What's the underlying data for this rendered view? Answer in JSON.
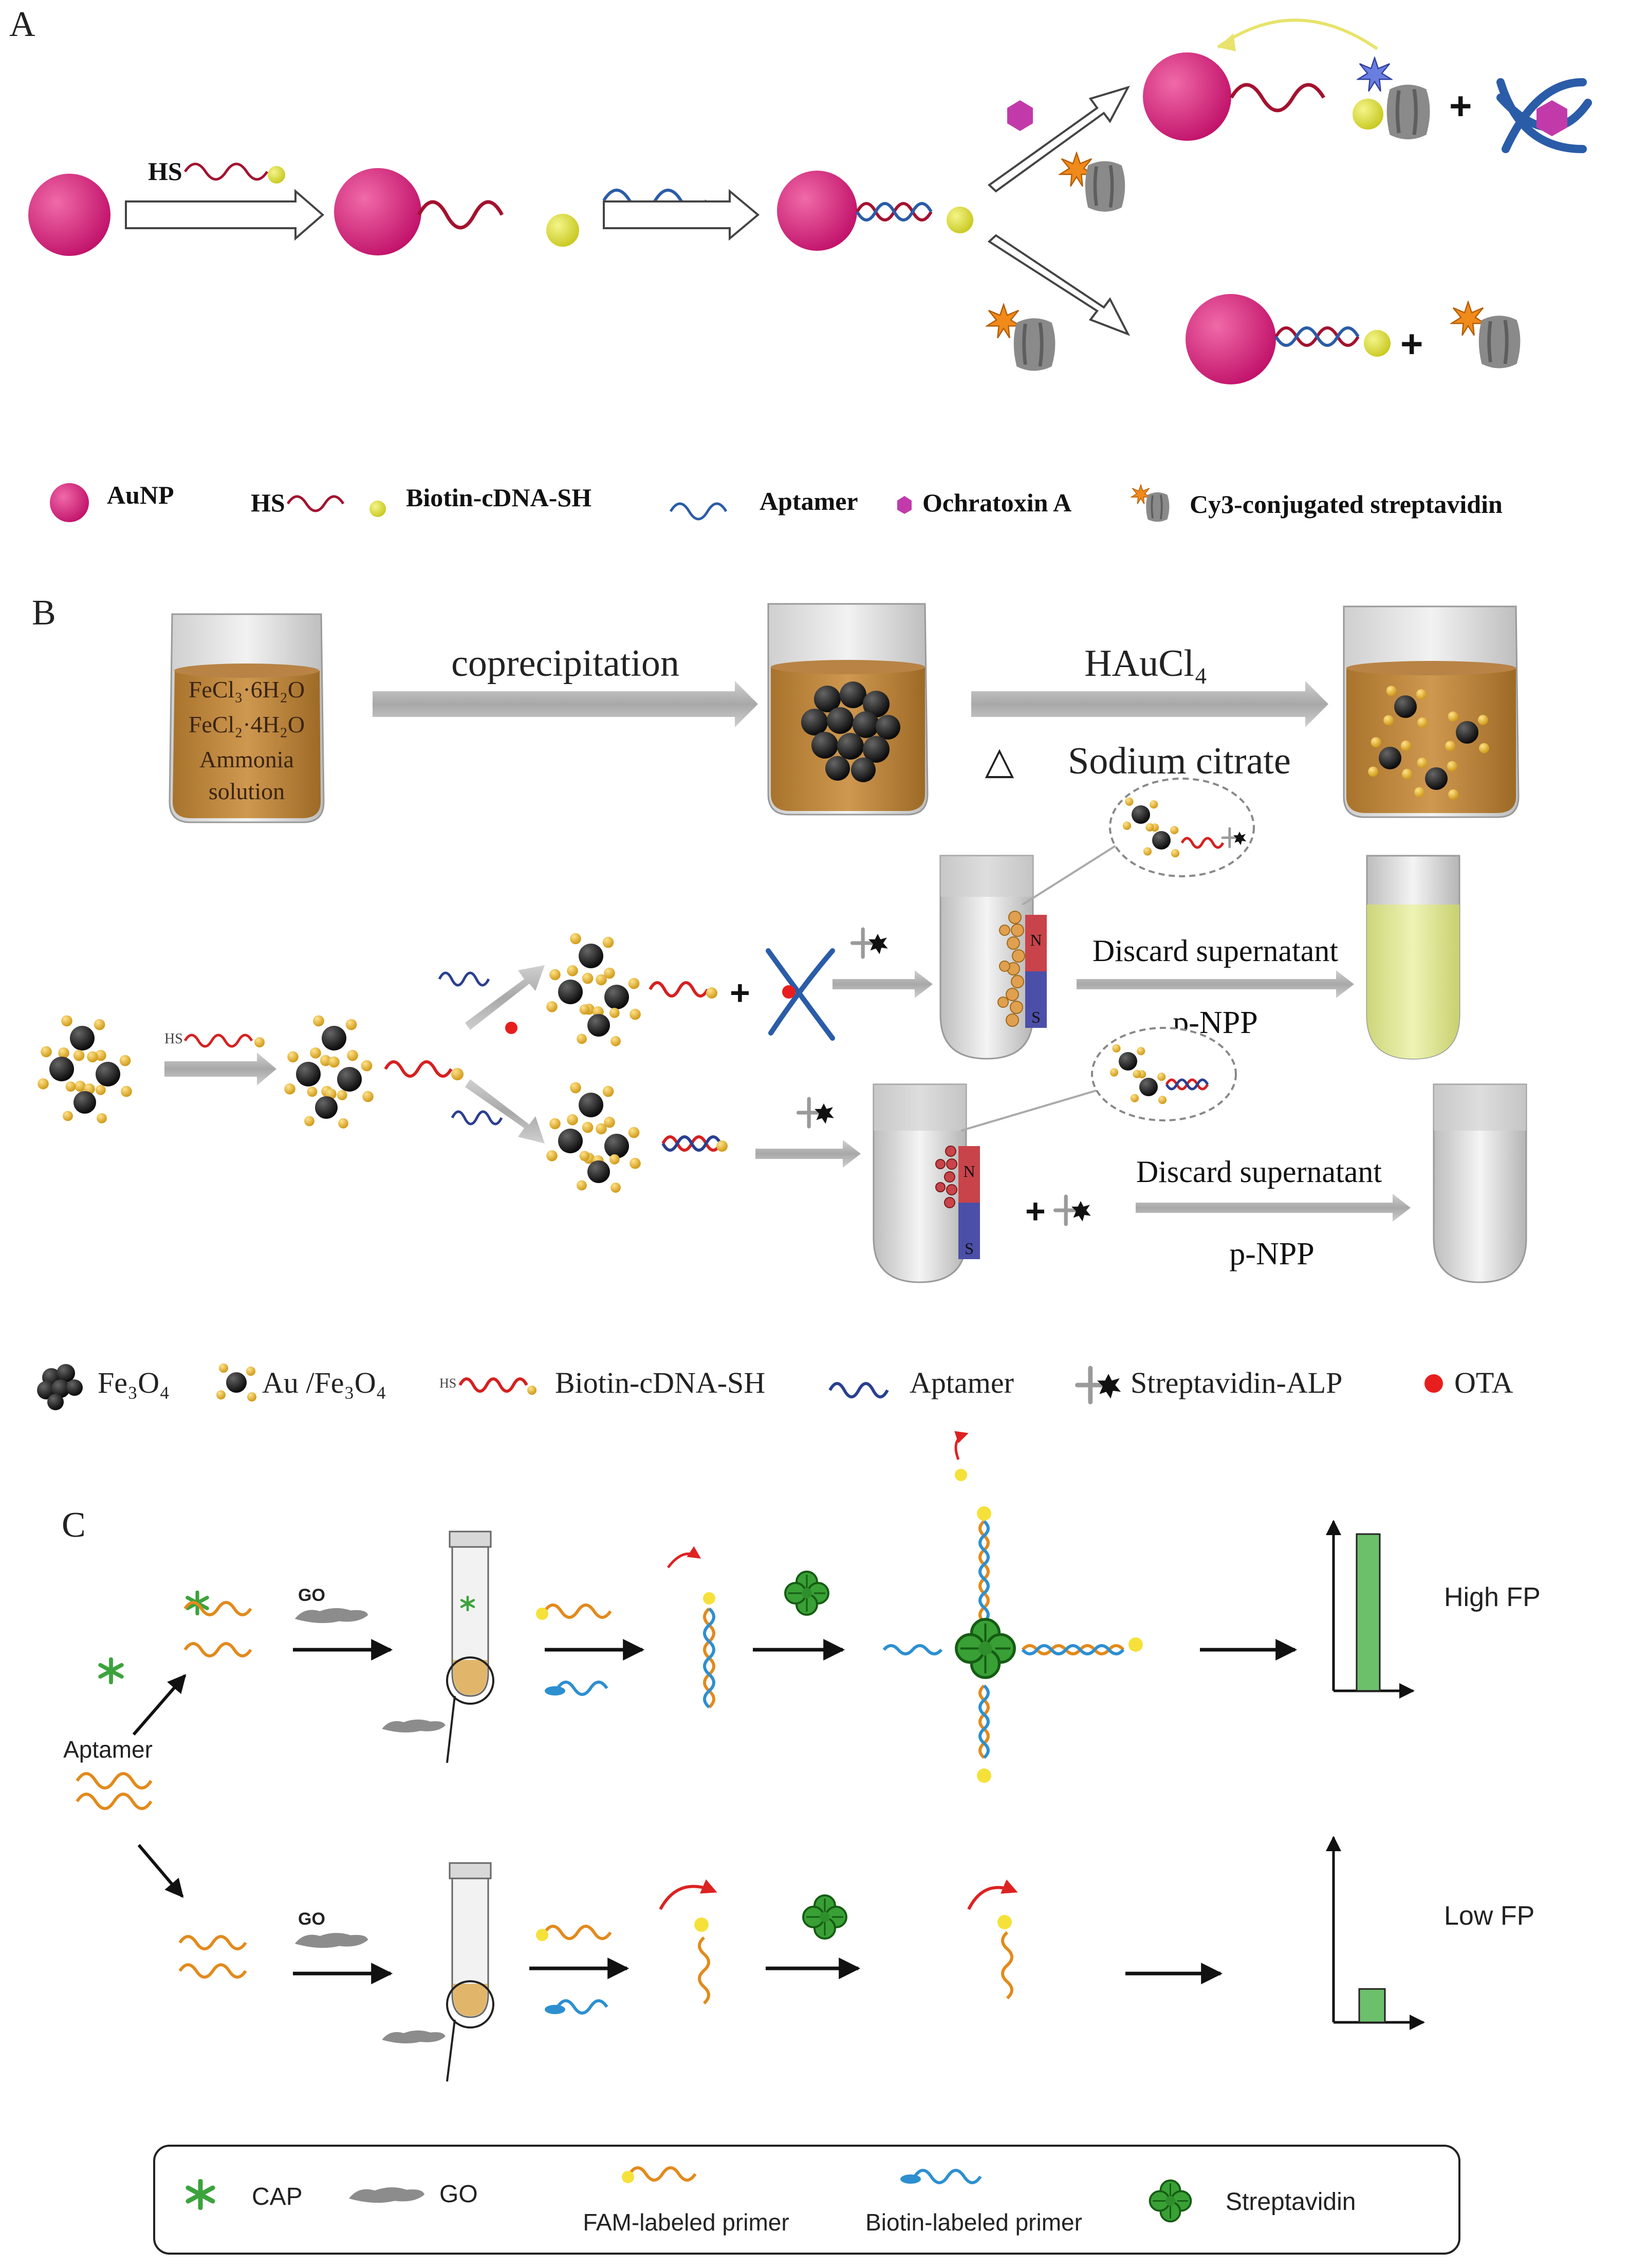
{
  "panel_a": {
    "letter": "A",
    "hs_label": "HS",
    "legend": {
      "aunp": "AuNP",
      "hs": "HS",
      "cdna": "Biotin-cDNA-SH",
      "aptamer": "Aptamer",
      "ota": "Ochratoxin A",
      "cy3": "Cy3-conjugated streptavidin"
    }
  },
  "panel_b": {
    "letter": "B",
    "beaker_lines": [
      "FeCl₃·6H₂O",
      "FeCl₂·4H₂O",
      "Ammonia",
      "solution"
    ],
    "coprecipitation": "coprecipitation",
    "haucl4": "HAuCl₄",
    "triangle": "△",
    "sodium_citrate": "Sodium citrate",
    "discard_1": "Discard  supernatant",
    "pnpp_1": "p-NPP",
    "discard_2": "Discard  supernatant",
    "pnpp_2": "p-NPP",
    "magnet_n": "N",
    "magnet_s": "S",
    "hs_small": "HS",
    "legend": {
      "fe3o4": "Fe₃O₄",
      "aufe3o4": "Au /Fe₃O₄",
      "hs": "HS",
      "cdna": "Biotin-cDNA-SH",
      "aptamer": "Aptamer",
      "sa_alp": "Streptavidin-ALP",
      "ota": "OTA"
    }
  },
  "panel_c": {
    "letter": "C",
    "aptamer": "Aptamer",
    "go_1": "GO",
    "go_2": "GO",
    "high_fp": "High FP",
    "low_fp": "Low FP",
    "legend": {
      "cap": "CAP",
      "go": "GO",
      "fam": "FAM-labeled primer",
      "biotin": "Biotin-labeled primer",
      "streptavidin": "Streptavidin"
    }
  },
  "colors": {
    "aunp": "#d81b7a",
    "biotin": "#dde02c",
    "cdna_red": "#b81438",
    "aptamer_blue": "#2e64b8",
    "ota": "#c23aaa",
    "beaker_liquid": "#c28a40",
    "magnet_red": "#c9434a",
    "magnet_blue": "#4b4fa8",
    "green_bar": "#6cc06a",
    "orange_strand": "#e28a1c",
    "blue_strand": "#2d8fd0",
    "yellow_tube": "#dfe88c"
  }
}
